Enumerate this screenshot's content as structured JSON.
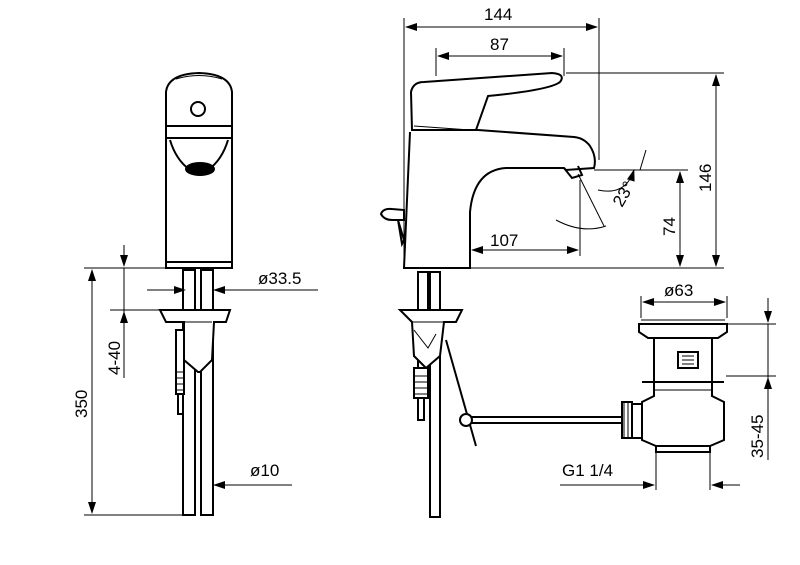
{
  "colors": {
    "line": "#000000",
    "background": "#ffffff"
  },
  "dimensions": {
    "width_total": "144",
    "spout_reach": "87",
    "height_total": "146",
    "height_outlet": "74",
    "outlet_distance": "107",
    "spout_angle": "23°",
    "body_diameter": "ø33.5",
    "hose_diameter": "ø10",
    "counter_thickness": "4-40",
    "hose_length": "350",
    "waste_diameter": "ø63",
    "waste_thread": "G1 1/4",
    "waste_range": "35-45"
  }
}
